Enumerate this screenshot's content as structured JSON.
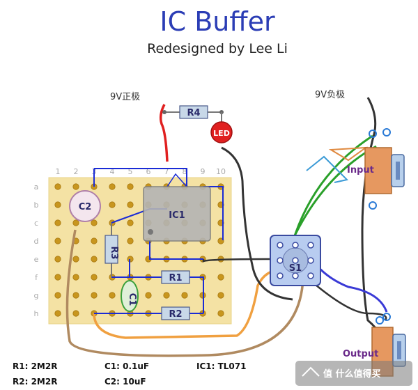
{
  "header": {
    "title": "IC Buffer",
    "subtitle": "Redesigned by Lee Li"
  },
  "power": {
    "positive_label": "9V正极",
    "negative_label": "9V负极"
  },
  "board": {
    "columns": [
      "1",
      "2",
      "3",
      "4",
      "5",
      "6",
      "7",
      "8",
      "9",
      "10"
    ],
    "rows": [
      "a",
      "b",
      "c",
      "d",
      "e",
      "f",
      "g",
      "h"
    ]
  },
  "components": {
    "r1": "R1",
    "r2": "R2",
    "r3": "R3",
    "r4": "R4",
    "c1": "C1",
    "c2": "C2",
    "ic1": "IC1",
    "led": "LED",
    "switch": "S1",
    "input_jack": "Input",
    "output_jack": "Output"
  },
  "bom": {
    "r1": "R1: 2M2R",
    "r2": "R2: 2M2R",
    "c1": "C1: 0.1uF",
    "c2": "C2: 10uF",
    "ic1": "IC1: TL071"
  },
  "watermark": {
    "text": "值 什么值得买"
  },
  "colors": {
    "title": "#2b3db5",
    "board": "#f4e2a4",
    "pad": "#c8961e",
    "red_wire": "#e02020",
    "black_wire": "#333333",
    "green_wire": "#2aa02a",
    "blue_wire": "#3a3ad6",
    "tan_wire": "#b08a60",
    "orange_wire": "#f0a040"
  }
}
